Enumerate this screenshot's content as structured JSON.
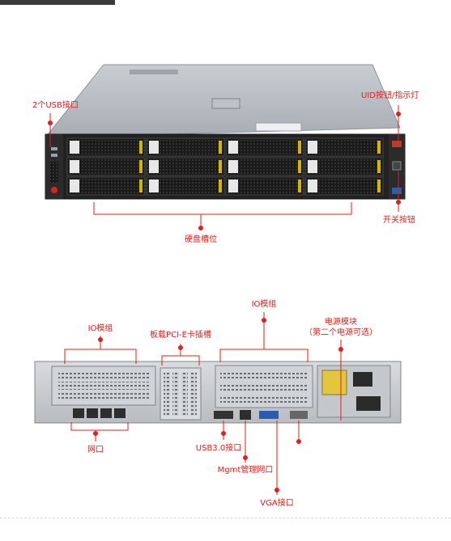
{
  "colors": {
    "callout_red": "#e0201b",
    "chassis_dark": "#1f1f1f",
    "chassis_top": "#b6bcc2",
    "rear_panel": "#c9ccd0"
  },
  "front_view": {
    "labels": {
      "usb": "2个USB接口",
      "uid": "UID按钮/指示灯",
      "power": "开关按钮",
      "bays": "硬盘槽位"
    },
    "drive_bays": {
      "rows": 3,
      "columns": 4,
      "total": 12
    }
  },
  "rear_view": {
    "labels": {
      "io_left": "IO模组",
      "pcie": "板载PCI-E卡插槽",
      "io_right": "IO模组",
      "psu_line1": "电源模块",
      "psu_line2": "（第二个电源可选）",
      "network": "网口",
      "usb3": "USB3.0接口",
      "mgmt": "Mgmt管理网口",
      "vga": "VGA接口"
    }
  }
}
